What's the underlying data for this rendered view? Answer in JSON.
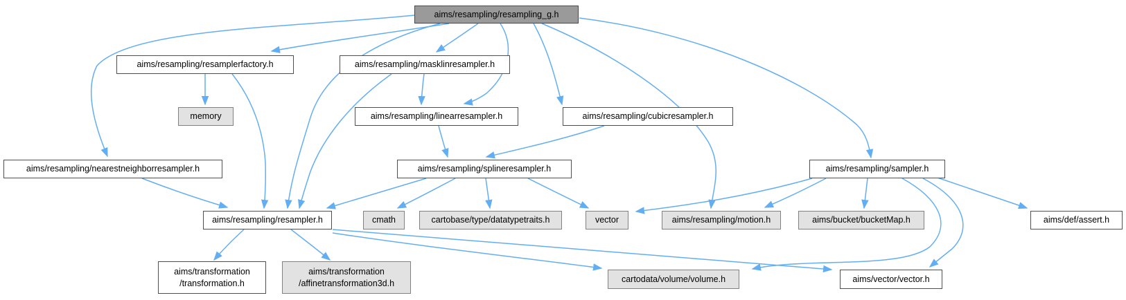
{
  "diagram": {
    "type": "include-dependency-graph",
    "colors": {
      "edge": "#63aef2",
      "root_fill": "#9a9a9a",
      "header_fill": "#ffffff",
      "system_fill": "#e2e2e2",
      "border": "#4d4d4d",
      "text": "#000000",
      "background": "#ffffff"
    },
    "nodes": [
      {
        "id": "resampling_g",
        "label": "aims/resampling/resampling_g.h",
        "type": "root"
      },
      {
        "id": "resamplerfactory",
        "label": "aims/resampling/resamplerfactory.h",
        "type": "header"
      },
      {
        "id": "memory",
        "label": "memory",
        "type": "system"
      },
      {
        "id": "masklinresampler",
        "label": "aims/resampling/masklinresampler.h",
        "type": "header"
      },
      {
        "id": "linearresampler",
        "label": "aims/resampling/linearresampler.h",
        "type": "header"
      },
      {
        "id": "cubicresampler",
        "label": "aims/resampling/cubicresampler.h",
        "type": "header"
      },
      {
        "id": "nearestneighbor",
        "label": "aims/resampling/nearestneighborresampler.h",
        "type": "header"
      },
      {
        "id": "splineresampler",
        "label": "aims/resampling/splineresampler.h",
        "type": "header"
      },
      {
        "id": "sampler",
        "label": "aims/resampling/sampler.h",
        "type": "header"
      },
      {
        "id": "resampler",
        "label": "aims/resampling/resampler.h",
        "type": "header"
      },
      {
        "id": "cmath",
        "label": "cmath",
        "type": "system"
      },
      {
        "id": "datatypetraits",
        "label": "cartobase/type/datatypetraits.h",
        "type": "system"
      },
      {
        "id": "vector",
        "label": "vector",
        "type": "system"
      },
      {
        "id": "motion",
        "label": "aims/resampling/motion.h",
        "type": "system"
      },
      {
        "id": "bucketmap",
        "label": "aims/bucket/bucketMap.h",
        "type": "system"
      },
      {
        "id": "assert",
        "label": "aims/def/assert.h",
        "type": "header"
      },
      {
        "id": "transformation",
        "label": "aims/transformation\n/transformation.h",
        "type": "header"
      },
      {
        "id": "affinetransformation3d",
        "label": "aims/transformation\n/affinetransformation3d.h",
        "type": "system"
      },
      {
        "id": "volume",
        "label": "cartodata/volume/volume.h",
        "type": "system"
      },
      {
        "id": "vector_h",
        "label": "aims/vector/vector.h",
        "type": "header"
      }
    ],
    "edges": [
      {
        "from": "resampling_g",
        "to": "resamplerfactory"
      },
      {
        "from": "resampling_g",
        "to": "masklinresampler"
      },
      {
        "from": "resampling_g",
        "to": "linearresampler"
      },
      {
        "from": "resampling_g",
        "to": "cubicresampler"
      },
      {
        "from": "resampling_g",
        "to": "nearestneighbor"
      },
      {
        "from": "resampling_g",
        "to": "resampler"
      },
      {
        "from": "resampling_g",
        "to": "motion"
      },
      {
        "from": "resampling_g",
        "to": "sampler"
      },
      {
        "from": "resamplerfactory",
        "to": "memory"
      },
      {
        "from": "resamplerfactory",
        "to": "resampler"
      },
      {
        "from": "masklinresampler",
        "to": "linearresampler"
      },
      {
        "from": "masklinresampler",
        "to": "resampler"
      },
      {
        "from": "linearresampler",
        "to": "splineresampler"
      },
      {
        "from": "cubicresampler",
        "to": "splineresampler"
      },
      {
        "from": "nearestneighbor",
        "to": "resampler"
      },
      {
        "from": "splineresampler",
        "to": "resampler"
      },
      {
        "from": "splineresampler",
        "to": "cmath"
      },
      {
        "from": "splineresampler",
        "to": "datatypetraits"
      },
      {
        "from": "splineresampler",
        "to": "vector"
      },
      {
        "from": "sampler",
        "to": "motion"
      },
      {
        "from": "sampler",
        "to": "vector"
      },
      {
        "from": "sampler",
        "to": "bucketmap"
      },
      {
        "from": "sampler",
        "to": "volume"
      },
      {
        "from": "sampler",
        "to": "vector_h"
      },
      {
        "from": "sampler",
        "to": "assert"
      },
      {
        "from": "resampler",
        "to": "transformation"
      },
      {
        "from": "resampler",
        "to": "affinetransformation3d"
      },
      {
        "from": "resampler",
        "to": "volume"
      },
      {
        "from": "resampler",
        "to": "vector_h"
      }
    ]
  }
}
